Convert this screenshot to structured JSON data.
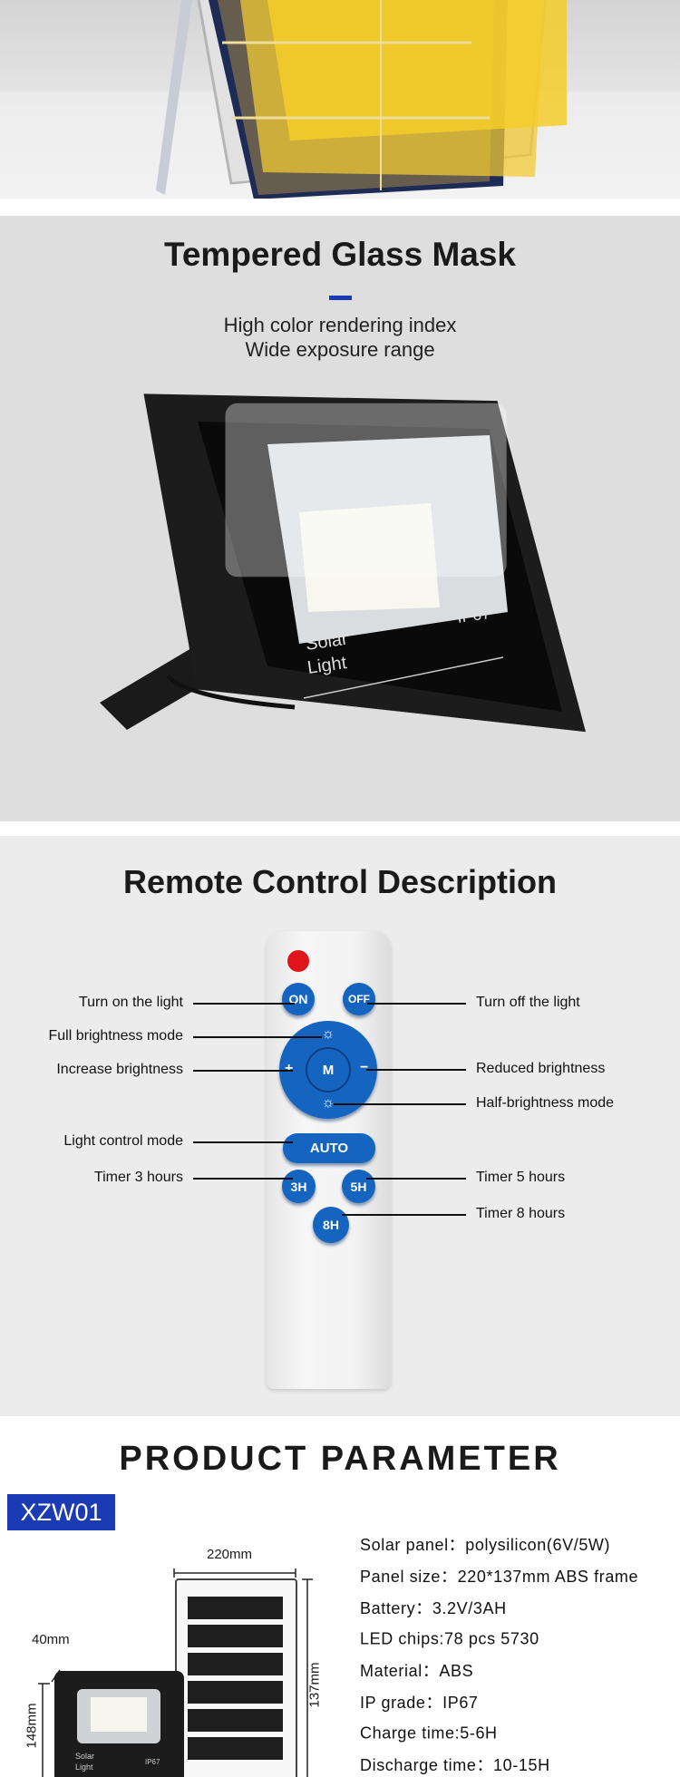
{
  "colors": {
    "accent": "#1a3bb3",
    "button_blue": "#1565c0",
    "power_red": "#e0151b"
  },
  "glass": {
    "title": "Tempered Glass Mask",
    "lines": [
      "High color rendering index",
      "Wide exposure range"
    ],
    "product_text": [
      "Solar",
      "Light",
      "IP67"
    ]
  },
  "remote": {
    "title": "Remote Control Description",
    "buttons": {
      "on": "ON",
      "off": "OFF",
      "mode": "M",
      "plus": "+",
      "minus": "−",
      "auto": "AUTO",
      "h3": "3H",
      "h5": "5H",
      "h8": "8H"
    },
    "left_labels": [
      "Turn on the light",
      "Full brightness mode",
      "Increase brightness",
      "Light control mode",
      "Timer 3 hours"
    ],
    "right_labels": [
      "Turn off the light",
      "Reduced brightness",
      "Half-brightness mode",
      "Timer 5 hours",
      "Timer 8 hours"
    ]
  },
  "params": {
    "title": "PRODUCT PARAMETER",
    "model": "XZW01",
    "dimensions": {
      "width": "220mm",
      "height": "137mm",
      "depth": "40mm",
      "light_height": "148mm"
    },
    "specs": [
      "Solar panel：polysilicon(6V/5W)",
      "Panel size：220*137mm ABS frame",
      "Battery：3.2V/3AH",
      "LED chips:78 pcs 5730",
      "Material：ABS",
      "IP grade：IP67",
      "Charge time:5-6H",
      "Discharge time：10-15H"
    ]
  }
}
